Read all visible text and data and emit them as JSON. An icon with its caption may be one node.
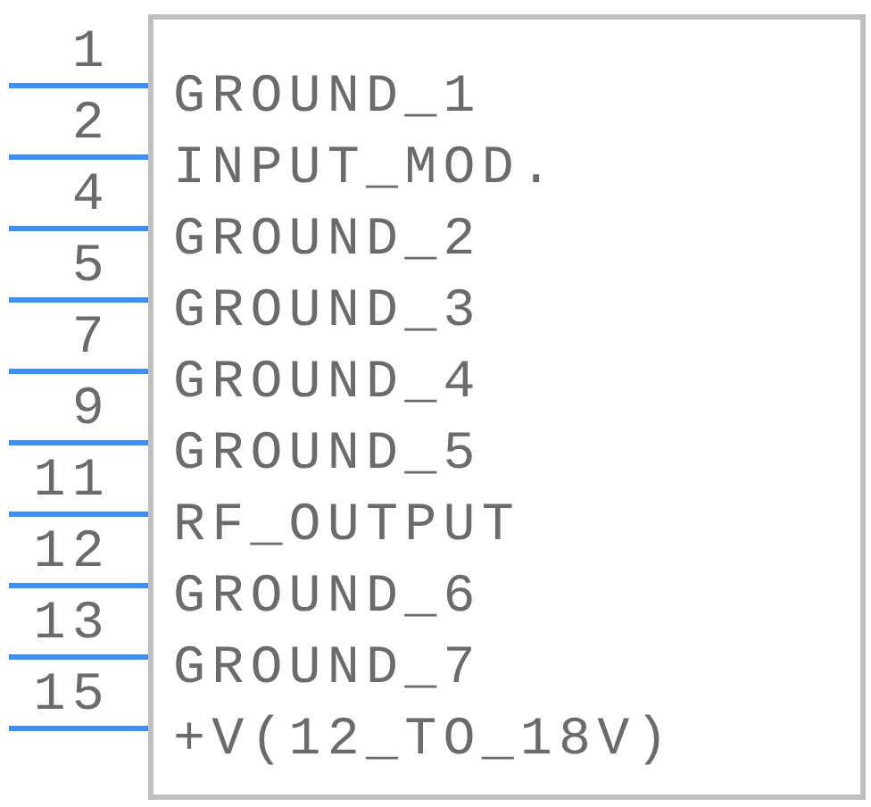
{
  "diagram": {
    "nodes": [
      {
        "text": [],
        "shape": "box"
      },
      {
        "text": [
          "GROUND_1"
        ],
        "in": 0
      },
      {
        "text": [
          "INPUT_MOD."
        ],
        "in": 0
      },
      {
        "text": [
          "GROUND_2"
        ],
        "in": 0
      },
      {
        "text": [
          "GROUND_3"
        ],
        "in": 0
      },
      {
        "text": [
          "GROUND_4"
        ],
        "in": 0
      },
      {
        "text": [
          "GROUND_5"
        ],
        "in": 0
      },
      {
        "text": [
          "RF_OUTPUT"
        ],
        "in": 0
      },
      {
        "text": [
          "GROUND_6"
        ],
        "in": 0
      },
      {
        "text": [
          "GROUND_7"
        ],
        "in": 0
      },
      {
        "text": [
          "+V(12_TO_18V)"
        ],
        "in": 0
      }
    ],
    "edges": [
      {
        "from": null,
        "to": 1,
        "arrow": "none",
        "label": "1"
      },
      {
        "from": null,
        "to": 2,
        "arrow": "none",
        "label": "2"
      },
      {
        "from": null,
        "to": 3,
        "arrow": "none",
        "label": "4"
      },
      {
        "from": null,
        "to": 4,
        "arrow": "none",
        "label": "5"
      },
      {
        "from": null,
        "to": 5,
        "arrow": "none",
        "label": "7"
      },
      {
        "from": null,
        "to": 6,
        "arrow": "none",
        "label": "9"
      },
      {
        "from": null,
        "to": 7,
        "arrow": "none",
        "label": "11"
      },
      {
        "from": null,
        "to": 8,
        "arrow": "none",
        "label": "12"
      },
      {
        "from": null,
        "to": 9,
        "arrow": "none",
        "label": "13"
      },
      {
        "from": null,
        "to": 10,
        "arrow": "none",
        "label": "15"
      }
    ]
  }
}
